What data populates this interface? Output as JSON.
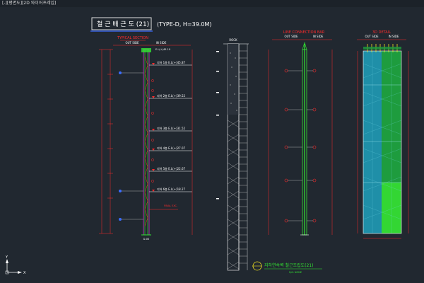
{
  "viewport_label": "[-][평면도][2D 와이어프레임]",
  "main_title": "철 근 배 근 도 (21)",
  "type_spec": "(TYPE-D, H=39.0M)",
  "section_a": {
    "title": "TYPICAL SECTION",
    "out_side": "OUT SIDE",
    "in_side": "IN SIDE",
    "top_elev": "E.L(+)45.10",
    "levels": [
      {
        "label": "지하 1층 E.L(+)45.87"
      },
      {
        "label": "지하 2층 E.L(+)39.52"
      },
      {
        "label": "지하 3층 E.L(+)31.52"
      },
      {
        "label": "지하 4층 E.L(+)27.07"
      },
      {
        "label": "지하 5층 E.L(+)22.67"
      },
      {
        "label": "지하 6층 E.L(+)18.27"
      }
    ],
    "final_exc": "FINAL EXC.",
    "bottom_tag": "D-00"
  },
  "section_b": {
    "title": "ROCK"
  },
  "section_c": {
    "title": "LINE CONNECTION BAR",
    "out_side": "OUT SIDE",
    "in_side": "IN SIDE"
  },
  "section_d": {
    "title": "3D DETAIL",
    "out_side": "OUT SIDE",
    "in_side": "IN SIDE"
  },
  "footer_title": "지하연속벽 철근조립도(21)",
  "footer_scale": "S/A: NONE",
  "axis": {
    "y": "Y",
    "x": "X"
  },
  "colors": {
    "background": "#212830",
    "red": "#ff2b2b",
    "green": "#33e633",
    "cyan": "#2fb3c6",
    "yellow": "#f0e020",
    "magenta": "#cc33cc",
    "blue": "#3a6cff"
  }
}
